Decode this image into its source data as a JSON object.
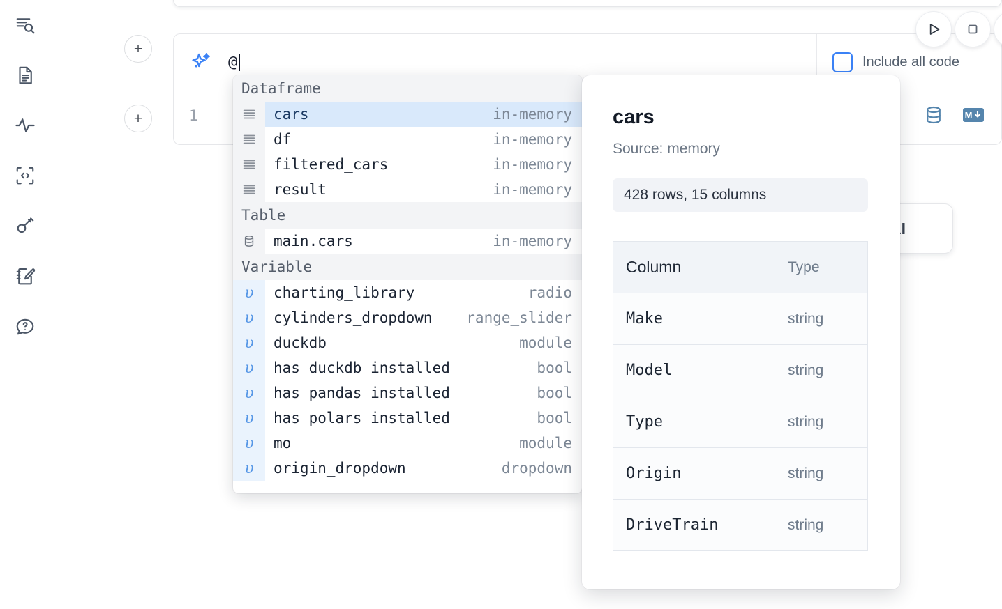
{
  "rail": {
    "items": [
      {
        "name": "explore-search-icon",
        "label": "Explore"
      },
      {
        "name": "notebook-file-icon",
        "label": "Notebook"
      },
      {
        "name": "activity-pulse-icon",
        "label": "Activity"
      },
      {
        "name": "snippet-code-icon",
        "label": "Snippets"
      },
      {
        "name": "secrets-key-icon",
        "label": "Secrets"
      },
      {
        "name": "scratchpad-edit-icon",
        "label": "Scratchpad"
      },
      {
        "name": "help-chat-icon",
        "label": "Help"
      }
    ]
  },
  "add_buttons": {
    "label": "+"
  },
  "ai_prompt": {
    "value": "@",
    "icon": "sparkle-ai-icon",
    "include_all_code_label": "Include all code",
    "include_all_code_checked": false,
    "accent": "#3b82f6"
  },
  "toolbar": {
    "run_label": "Run",
    "stop_label": "Interrupt",
    "run_icon": "play-triangle-icon",
    "stop_icon": "stop-square-icon"
  },
  "cell": {
    "line_number": "1",
    "icons": [
      {
        "name": "database-icon",
        "label": "SQL cell"
      },
      {
        "name": "markdown-icon",
        "label": "Markdown cell",
        "text": "M"
      }
    ]
  },
  "ai_chip": {
    "label": "AI"
  },
  "dropdown": {
    "groups": [
      {
        "label": "Dataframe",
        "icon": "dataframe-rows-icon",
        "kind": "dataframe",
        "items": [
          {
            "name": "cars",
            "type": "in-memory",
            "selected": true
          },
          {
            "name": "df",
            "type": "in-memory",
            "selected": false
          },
          {
            "name": "filtered_cars",
            "type": "in-memory",
            "selected": false
          },
          {
            "name": "result",
            "type": "in-memory",
            "selected": false
          }
        ]
      },
      {
        "label": "Table",
        "icon": "database-table-icon",
        "kind": "table",
        "items": [
          {
            "name": "main.cars",
            "type": "in-memory",
            "selected": false
          }
        ]
      },
      {
        "label": "Variable",
        "icon": "variable-upsilon-icon",
        "kind": "variable",
        "items": [
          {
            "name": "charting_library",
            "type": "radio",
            "selected": false
          },
          {
            "name": "cylinders_dropdown",
            "type": "range_slider",
            "selected": false
          },
          {
            "name": "duckdb",
            "type": "module",
            "selected": false
          },
          {
            "name": "has_duckdb_installed",
            "type": "bool",
            "selected": false
          },
          {
            "name": "has_pandas_installed",
            "type": "bool",
            "selected": false
          },
          {
            "name": "has_polars_installed",
            "type": "bool",
            "selected": false
          },
          {
            "name": "mo",
            "type": "module",
            "selected": false
          },
          {
            "name": "origin_dropdown",
            "type": "dropdown",
            "selected": false
          }
        ]
      }
    ]
  },
  "detail": {
    "title": "cars",
    "source": "Source: memory",
    "shape": "428 rows, 15 columns",
    "columns_header": "Column",
    "type_header": "Type",
    "rows": [
      {
        "column": "Make",
        "type": "string"
      },
      {
        "column": "Model",
        "type": "string"
      },
      {
        "column": "Type",
        "type": "string"
      },
      {
        "column": "Origin",
        "type": "string"
      },
      {
        "column": "DriveTrain",
        "type": "string"
      }
    ]
  }
}
